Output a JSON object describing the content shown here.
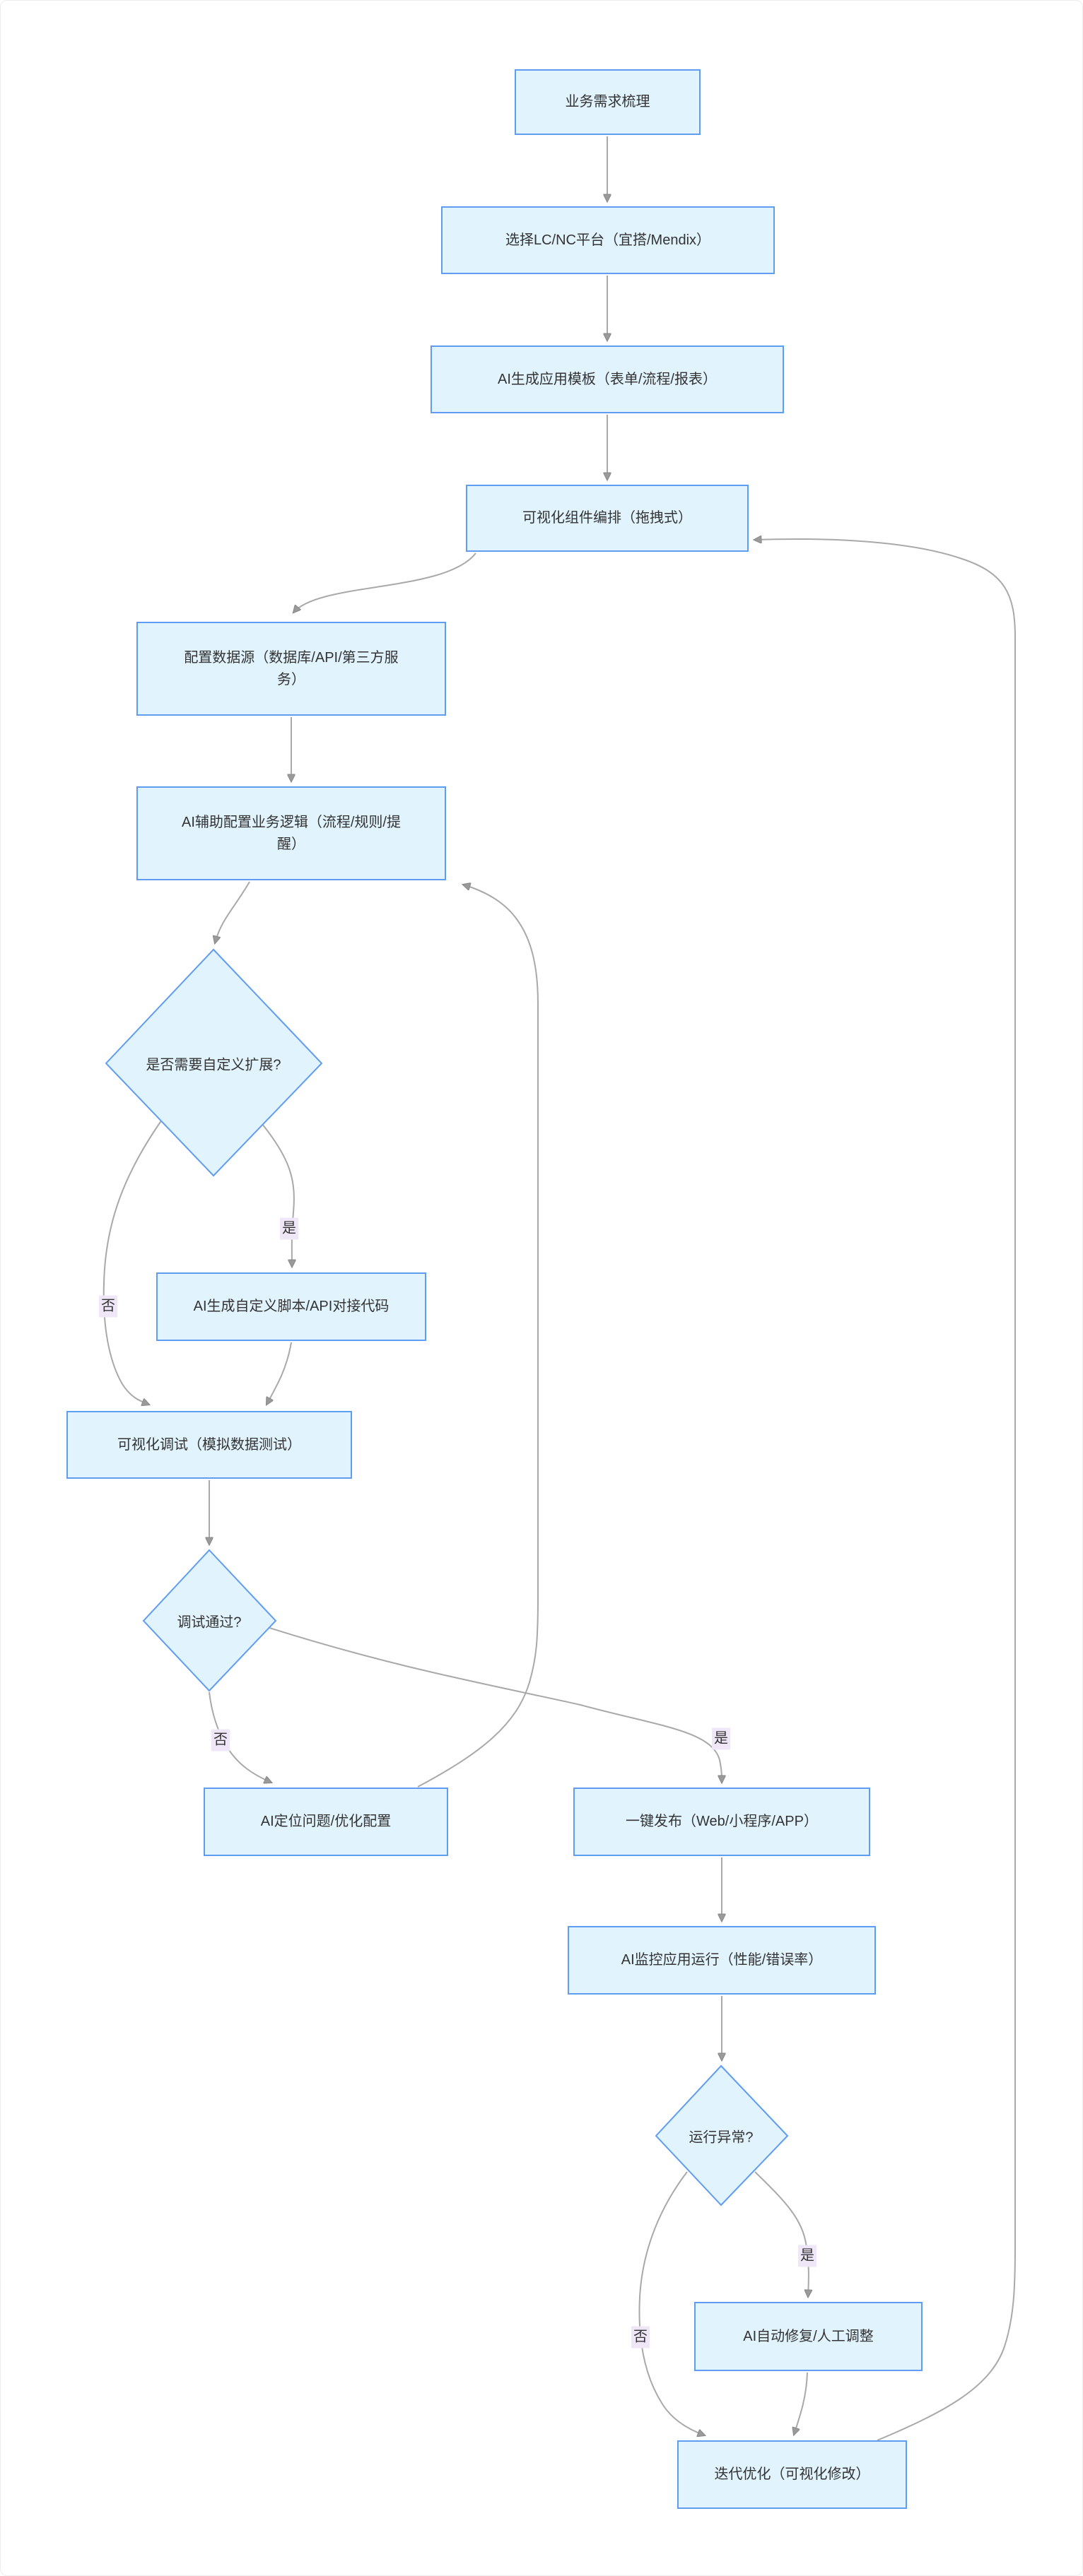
{
  "diagram": {
    "type": "flowchart",
    "direction": "top-down",
    "background": "#ffffff"
  },
  "colors": {
    "node_fill": "#e1f3fd",
    "node_border": "#609df2",
    "node_text": "#333333",
    "edge_line": "#a9a9a9",
    "arrowhead": "#9a9a9a",
    "arrowhead_stroke": "#8a8a8a",
    "edge_label_bg": "#efe7f8",
    "edge_label_text": "#333333"
  },
  "nodes": {
    "n1": {
      "shape": "rect",
      "label": "业务需求梳理"
    },
    "n2": {
      "shape": "rect",
      "label": "选择LC/NC平台（宜搭/Mendix）"
    },
    "n3": {
      "shape": "rect",
      "label": "AI生成应用模板（表单/流程/报表）"
    },
    "n4": {
      "shape": "rect",
      "label": "可视化组件编排（拖拽式）"
    },
    "n5": {
      "shape": "rect",
      "label": "配置数据源（数据库/API/第三方服务）"
    },
    "n6": {
      "shape": "rect",
      "label": "AI辅助配置业务逻辑（流程/规则/提醒）"
    },
    "d1": {
      "shape": "diamond",
      "label": "是否需要自定义扩展?"
    },
    "n7": {
      "shape": "rect",
      "label": "AI生成自定义脚本/API对接代码"
    },
    "n8": {
      "shape": "rect",
      "label": "可视化调试（模拟数据测试）"
    },
    "d2": {
      "shape": "diamond",
      "label": "调试通过?"
    },
    "n9": {
      "shape": "rect",
      "label": "AI定位问题/优化配置"
    },
    "n10": {
      "shape": "rect",
      "label": "一键发布（Web/小程序/APP）"
    },
    "n11": {
      "shape": "rect",
      "label": "AI监控应用运行（性能/错误率）"
    },
    "d3": {
      "shape": "diamond",
      "label": "运行异常?"
    },
    "n12": {
      "shape": "rect",
      "label": "AI自动修复/人工调整"
    },
    "n13": {
      "shape": "rect",
      "label": "迭代优化（可视化修改）"
    }
  },
  "edges": [
    {
      "from": "n1",
      "to": "n2",
      "label": ""
    },
    {
      "from": "n2",
      "to": "n3",
      "label": ""
    },
    {
      "from": "n3",
      "to": "n4",
      "label": ""
    },
    {
      "from": "n4",
      "to": "n5",
      "label": ""
    },
    {
      "from": "n5",
      "to": "n6",
      "label": ""
    },
    {
      "from": "n6",
      "to": "d1",
      "label": ""
    },
    {
      "from": "d1",
      "to": "n7",
      "label": "是"
    },
    {
      "from": "d1",
      "to": "n8",
      "label": "否"
    },
    {
      "from": "n7",
      "to": "n8",
      "label": ""
    },
    {
      "from": "n8",
      "to": "d2",
      "label": ""
    },
    {
      "from": "d2",
      "to": "n9",
      "label": "否"
    },
    {
      "from": "d2",
      "to": "n10",
      "label": "是"
    },
    {
      "from": "n9",
      "to": "n6",
      "label": ""
    },
    {
      "from": "n10",
      "to": "n11",
      "label": ""
    },
    {
      "from": "n11",
      "to": "d3",
      "label": ""
    },
    {
      "from": "d3",
      "to": "n12",
      "label": "是"
    },
    {
      "from": "d3",
      "to": "n13",
      "label": "否"
    },
    {
      "from": "n12",
      "to": "n13",
      "label": ""
    },
    {
      "from": "n13",
      "to": "n4",
      "label": ""
    }
  ]
}
